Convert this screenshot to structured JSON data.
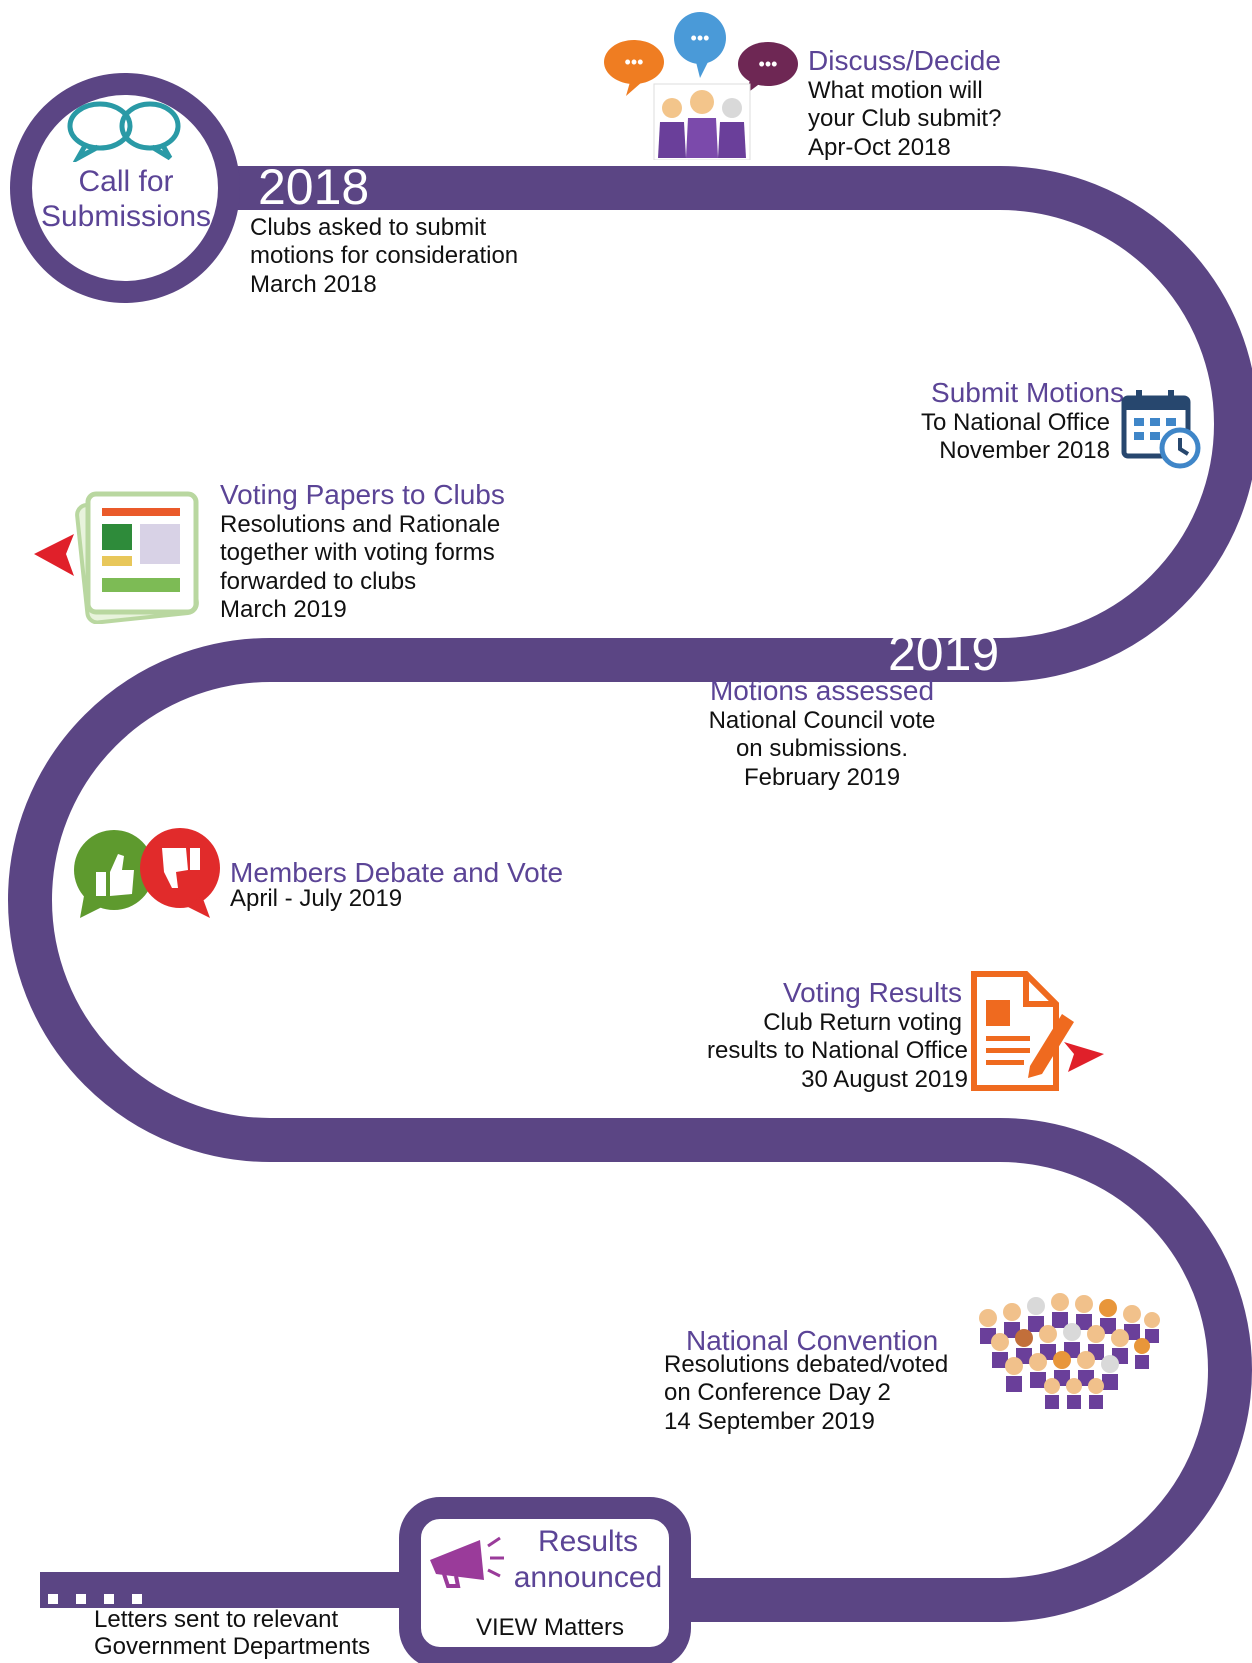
{
  "colors": {
    "road": "#5b4584",
    "heading": "#5b4496",
    "accent_red": "#e0202a",
    "teal": "#2a9aa6"
  },
  "start": {
    "line1": "Call for",
    "line2": "Submissions"
  },
  "years": {
    "y2018": "2018",
    "y2019": "2019"
  },
  "steps": {
    "clubs_asked": {
      "line1": "Clubs asked to submit",
      "line2": "motions for consideration",
      "line3": "March 2018"
    },
    "discuss": {
      "title": "Discuss/Decide",
      "line1": "What motion will",
      "line2": "your Club submit?",
      "line3": "Apr-Oct 2018",
      "icon": "discussion-people-icon"
    },
    "submit": {
      "title": "Submit Motions",
      "line1": "To National Office",
      "line2": "November 2018",
      "icon": "calendar-clock-icon"
    },
    "voting_papers": {
      "title": "Voting Papers to Clubs",
      "line1": "Resolutions and Rationale",
      "line2": "together with voting forms",
      "line3": "forwarded to clubs",
      "line4": "March 2019",
      "icon": "document-icon"
    },
    "assessed": {
      "title": "Motions assessed",
      "line1": "National Council vote",
      "line2": "on submissions.",
      "line3": "February 2019"
    },
    "debate": {
      "title": "Members Debate and Vote",
      "line1": "April - July 2019",
      "icon": "thumbs-up-down-icon"
    },
    "results": {
      "title": "Voting Results",
      "line1": "Club Return voting",
      "line2": "results to National Office",
      "line3": "30 August 2019",
      "icon": "form-pen-icon"
    },
    "convention": {
      "title": "National Convention",
      "line1": "Resolutions debated/voted",
      "line2": "on Conference Day 2",
      "line3": "14 September 2019",
      "icon": "crowd-icon"
    },
    "announced": {
      "line1": "Results",
      "line2": "announced",
      "line3": "VIEW Matters",
      "icon": "megaphone-icon"
    },
    "letters": {
      "line1": "Letters sent to relevant",
      "line2": "Government Departments"
    }
  }
}
